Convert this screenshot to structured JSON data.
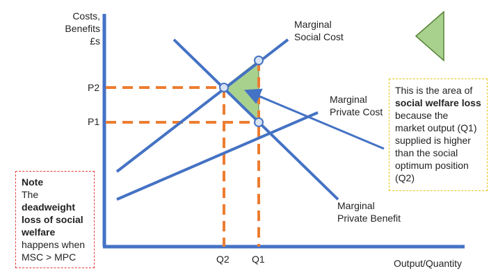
{
  "axes": {
    "y_label_lines": [
      "Costs,",
      "Benefits",
      "£s"
    ],
    "x_label": "Output/Quantity",
    "price_labels": {
      "p2": "P2",
      "p1": "P1"
    },
    "quantity_labels": {
      "q2": "Q2",
      "q1": "Q1"
    }
  },
  "curves": {
    "msc": {
      "label_lines": [
        "Marginal",
        "Social Cost"
      ]
    },
    "mpc": {
      "label_lines": [
        "Marginal",
        "Private Cost"
      ]
    },
    "mpb": {
      "label_lines": [
        "Marginal",
        "Private Benefit"
      ]
    }
  },
  "note": {
    "title": "Note",
    "line1": "The",
    "bold_lines": [
      "deadweight",
      "loss of social",
      "welfare"
    ],
    "tail_lines": [
      "happens when",
      "MSC > MPC"
    ]
  },
  "info": {
    "line1": "This is the area of",
    "bold": "social welfare loss",
    "rest_lines": [
      "because the",
      "market output (Q1)",
      "supplied is higher",
      "than the social",
      "optimum position",
      "(Q2)"
    ]
  },
  "colors": {
    "line_blue": "#4472c4",
    "guide_orange": "#ed7d31",
    "triangle_fill": "#a9d18e",
    "triangle_stroke": "#548235",
    "note_border": "#e23b3b",
    "info_border": "#e7c51b",
    "point_fill": "#dae3f3"
  }
}
